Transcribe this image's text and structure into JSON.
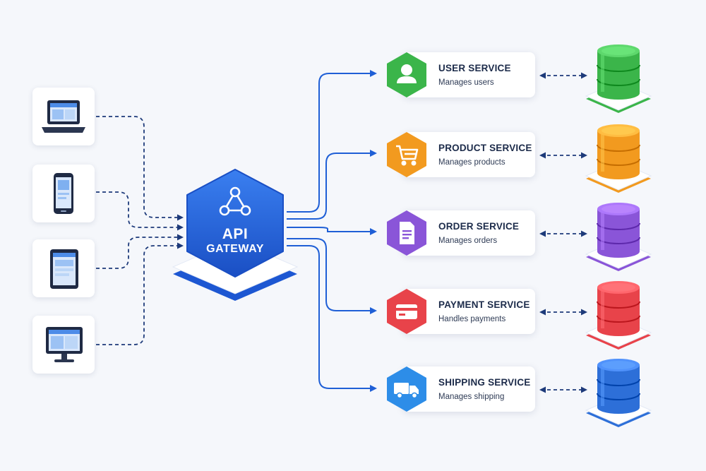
{
  "gateway": {
    "line1": "API",
    "line2": "GATEWAY",
    "color": "#2463e0"
  },
  "clients": [
    {
      "name": "laptop"
    },
    {
      "name": "smartphone"
    },
    {
      "name": "tablet"
    },
    {
      "name": "desktop"
    }
  ],
  "services": [
    {
      "title": "USER SERVICE",
      "desc": "Manages users",
      "color": "#3bb54a",
      "icon": "user-icon"
    },
    {
      "title": "PRODUCT SERVICE",
      "desc": "Manages products",
      "color": "#f29a1f",
      "icon": "cart-icon"
    },
    {
      "title": "ORDER SERVICE",
      "desc": "Manages orders",
      "color": "#8a55d8",
      "icon": "document-icon"
    },
    {
      "title": "PAYMENT SERVICE",
      "desc": "Handles payments",
      "color": "#e8434a",
      "icon": "credit-card-icon"
    },
    {
      "title": "SHIPPING SERVICE",
      "desc": "Manages shipping",
      "color": "#2d8de8",
      "icon": "truck-icon"
    }
  ],
  "databases": [
    {
      "color": "#3bb54a"
    },
    {
      "color": "#f29a1f"
    },
    {
      "color": "#8a55d8"
    },
    {
      "color": "#e8434a"
    },
    {
      "color": "#2d6fd8"
    }
  ]
}
